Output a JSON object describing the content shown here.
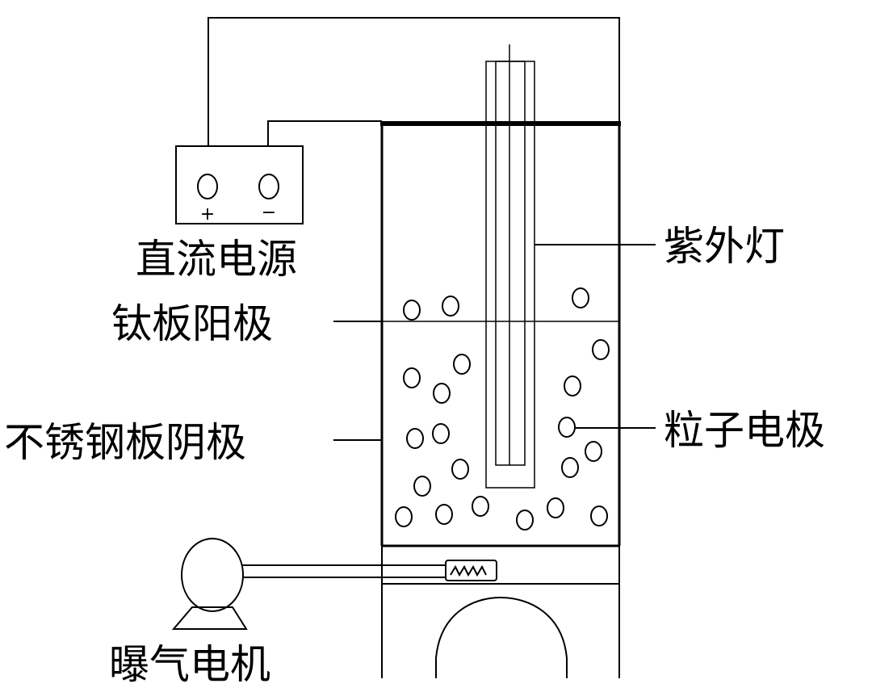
{
  "labels": {
    "dc_power": "直流电源",
    "titanium_anode": "钛板阳极",
    "steel_cathode": "不锈钢板阴极",
    "uv_lamp": "紫外灯",
    "particle_electrode": "粒子电极",
    "aeration_motor": "曝气电机"
  },
  "terminals": {
    "positive": "+",
    "negative": "−"
  },
  "colors": {
    "line": "#000000",
    "background": "#ffffff"
  }
}
